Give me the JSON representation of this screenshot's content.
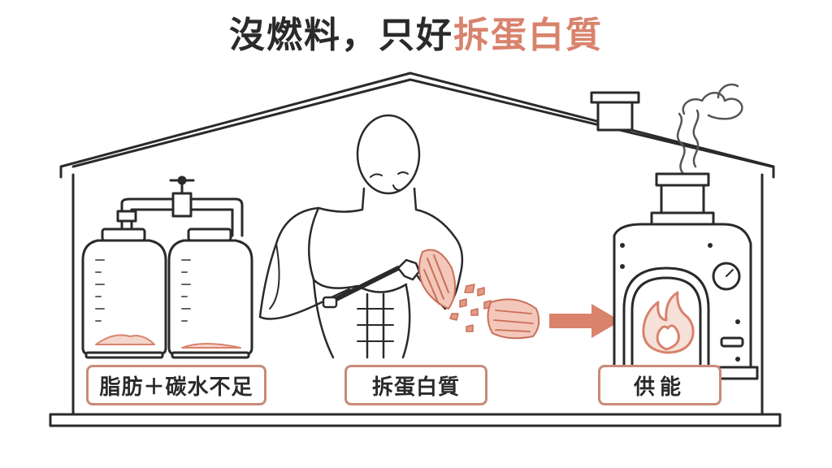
{
  "title": {
    "part1": "沒燃料，只好",
    "part2": "拆蛋白質"
  },
  "labels": {
    "left": "脂肪＋碳水不足",
    "middle": "拆蛋白質",
    "right": "供能"
  },
  "colors": {
    "accent": "#d9826c",
    "ink": "#2a2a2a",
    "border": "#c98a78",
    "fill_light": "#f3d6cc"
  },
  "icons": [
    "house-outline",
    "storage-jar",
    "pipe-valve",
    "muscular-man",
    "wrench-icon",
    "muscle-fiber-chunk",
    "arrow-right-icon",
    "furnace",
    "flame-icon",
    "pressure-gauge-icon",
    "chimney-smoke"
  ]
}
